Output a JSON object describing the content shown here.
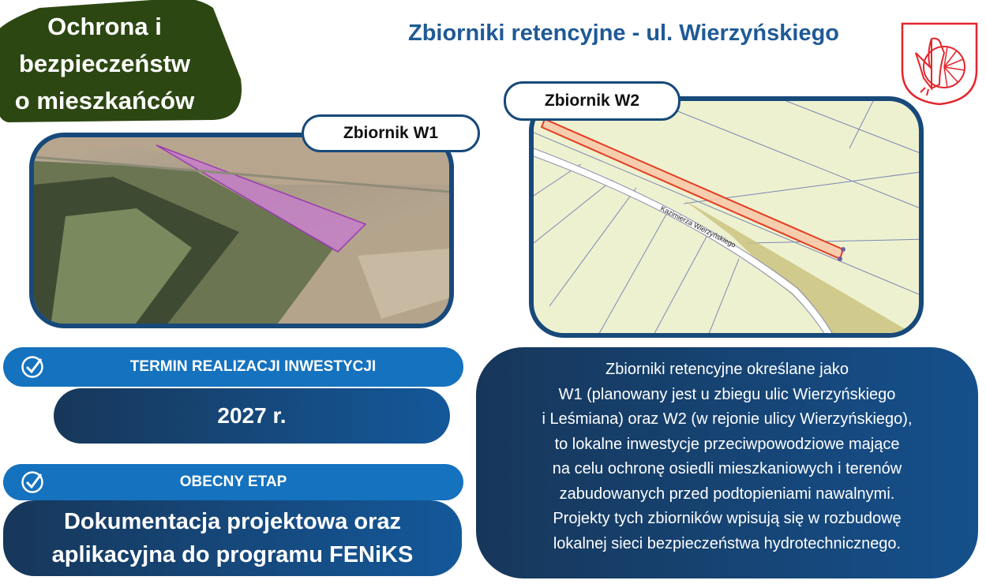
{
  "badge": {
    "lines": [
      "Ochrona i",
      "bezpieczeństw",
      "o mieszkańców"
    ]
  },
  "title": "Zbiorniki retencyjne - ul. Wierzyńskiego",
  "logo": "coat-of-arms-eagle-wheel",
  "maps": {
    "w1": {
      "label": "Zbiornik W1"
    },
    "w2": {
      "label": "Zbiornik W2",
      "street": "Kazimierza Wierzyńskiego"
    }
  },
  "deadline": {
    "header": "TERMIN REALIZACJI INWESTYCJI",
    "value": "2027 r."
  },
  "stage": {
    "header": "OBECNY ETAP",
    "lines": [
      "Dokumentacja projektowa oraz",
      "aplikacyjna do programu FENiKS"
    ]
  },
  "description": [
    "Zbiorniki retencyjne określane jako",
    "W1 (planowany jest u zbiegu ulic Wierzyńskiego",
    "i Leśmiana) oraz W2 (w rejonie ulicy Wierzyńskiego),",
    "to lokalne inwestycje przeciwpowodziowe mające",
    "na celu ochronę osiedli mieszkaniowych i terenów",
    "zabudowanych przed podtopieniami nawalnymi.",
    "Projekty tych zbiorników  wpisują się w rozbudowę",
    "lokalnej sieci bezpieczeństwa hydrotechnicznego."
  ],
  "colors": {
    "green": "#2d4712",
    "blue": "#1572be",
    "navy": "#17497a",
    "title": "#1f5a96",
    "logo": "#e3262b"
  }
}
